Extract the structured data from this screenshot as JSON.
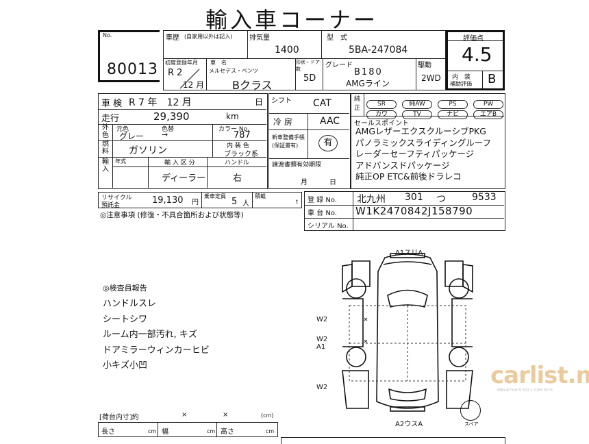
{
  "title": "輸入車コーナー",
  "no": {
    "label": "No.",
    "value": "80013"
  },
  "history": {
    "label": "車歴",
    "note": "(自家用以外は記入)"
  },
  "displacement": {
    "label": "排気量",
    "value": "1400"
  },
  "model_type": {
    "label": "型　式",
    "value": "5BA-247084"
  },
  "score": {
    "label": "評価点",
    "value": "4.5"
  },
  "interior": {
    "label1": "内　装",
    "label2": "補助評価",
    "value": "B"
  },
  "registration": {
    "label": "初度登録年月",
    "era": "R 2",
    "month": "12 月"
  },
  "car_name": {
    "label": "車　名",
    "maker": "メルセデス・ベンツ",
    "model": "Bクラス"
  },
  "doors": {
    "label": "形状・ドア数",
    "value": "5D"
  },
  "grade": {
    "label": "グレード",
    "line1": "B180",
    "line2": "AMGライン"
  },
  "drive": {
    "label": "駆動",
    "value": "2WD"
  },
  "inspection": {
    "label": "車 検",
    "value": "R 7 年　12 月",
    "day": "日"
  },
  "shift": {
    "label": "シフト",
    "value": "CAT"
  },
  "equipment": {
    "label": "純正",
    "row1": [
      "SR",
      "純AW",
      "PS",
      "PW"
    ],
    "row2": [
      "カワ",
      "TV",
      "ナビ",
      "エアB"
    ]
  },
  "mileage": {
    "label": "走行",
    "value": "29,390",
    "unit": "km"
  },
  "ac": {
    "label": "冷 房",
    "value": "AAC"
  },
  "color": {
    "label_outer": "外色",
    "label_orig": "元色",
    "label_change": "色替",
    "orig": "グレー",
    "arrow": "→",
    "code_label": "カラー No.",
    "code": "787"
  },
  "manual": {
    "label1": "新車整備手帳",
    "label2": "(保証書有)",
    "value": "有"
  },
  "fuel": {
    "label": "燃料",
    "value": "ガソリン",
    "int_label": "内 装 色",
    "int_color": "ブラック系"
  },
  "import": {
    "label": "輸入",
    "year_label": "年式",
    "class_label": "輸 入 区 分",
    "class_value": "ディーラー",
    "handle_label": "ハンドル",
    "handle_value": "右"
  },
  "title_expiry": {
    "label": "譲渡書類有効期限",
    "month": "月",
    "day": "日"
  },
  "recycle": {
    "label1": "リサイクル",
    "label2": "預託金",
    "value": "19,130",
    "unit": "円",
    "cap_label": "乗車定員",
    "cap_value": "5",
    "cap_unit": "人",
    "load_label": "積載",
    "load_unit": "t"
  },
  "plate": {
    "label": "登 録 No.",
    "region": "北九州",
    "class": "301",
    "kana": "つ",
    "number": "9533"
  },
  "chassis": {
    "label": "車 台 No.",
    "value": "W1K2470842J158790"
  },
  "serial": {
    "label": "シリアル No."
  },
  "notes": {
    "label": "◎注意事項 (修復・不具合箇所および状態等)"
  },
  "sales_points": {
    "label": "セールスポイント",
    "items": [
      "AMGレザーエクスクルーシブPKG",
      "パノラミックスライディングルーフ",
      "レーダーセーフティパッケージ",
      "アドバンスドパッケージ",
      "純正OP ETC&前後ドラレコ"
    ]
  },
  "inspector_report": {
    "label": "◎検査員報告",
    "items": [
      "ハンドルスレ",
      "シートシワ",
      "ルーム内一部汚れ, キズ",
      "ドアミラーウィンカーヒビ",
      "小キズ小凹"
    ]
  },
  "diagram": {
    "top": "A1スリA",
    "bottom": "A2ウスA",
    "w2a": "W2",
    "w2b": "W2",
    "a1": "A1",
    "w2c": "W2",
    "spare": "スペア"
  },
  "cargo": {
    "label": "[荷台内寸]約",
    "x1": "×",
    "x2": "×",
    "unit": "(cm)",
    "length": "長さ",
    "width": "幅",
    "height": "高さ",
    "cm": "cm"
  },
  "watermark": {
    "text": "carlist.my",
    "sub": "MALAYSIA'S NO.1 CAR SITE"
  }
}
